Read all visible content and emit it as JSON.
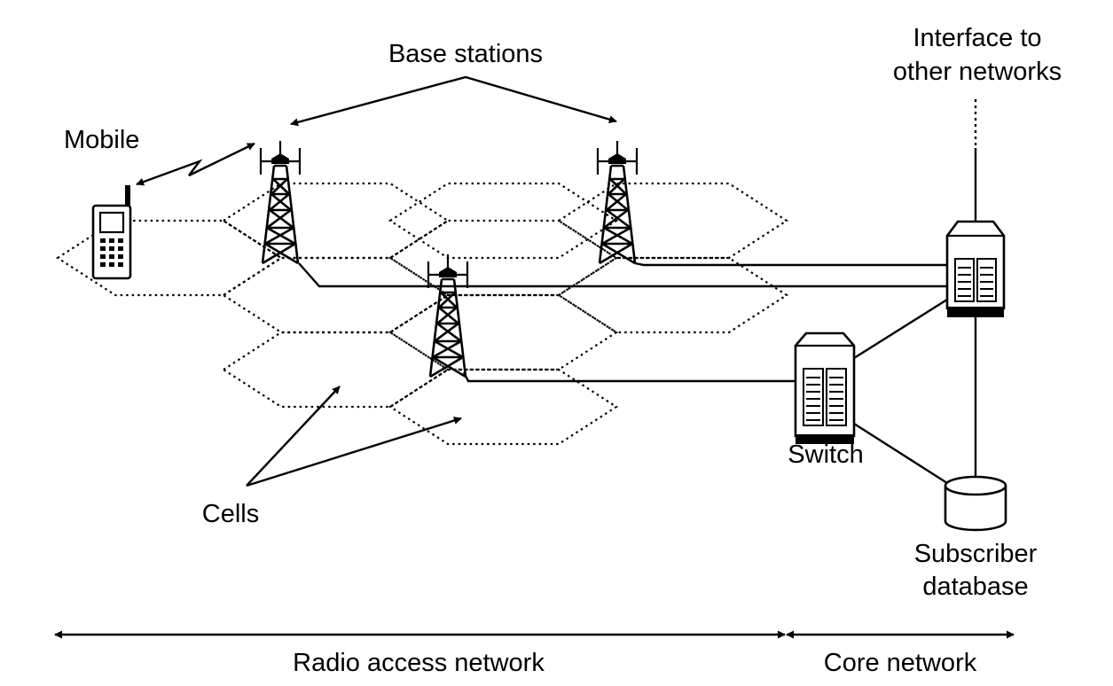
{
  "labels": {
    "base_stations": "Base stations",
    "mobile": "Mobile",
    "interface_line1": "Interface to",
    "interface_line2": "other networks",
    "switch": "Switch",
    "cells": "Cells",
    "subscriber_line1": "Subscriber",
    "subscriber_line2": "database",
    "radio_access_network": "Radio access network",
    "core_network": "Core network"
  },
  "icons": {
    "mobile": "mobile-phone-icon",
    "base_station": "cell-tower-icon",
    "switch": "switch-server-icon",
    "core_server": "core-server-icon",
    "database": "database-cylinder-icon"
  }
}
